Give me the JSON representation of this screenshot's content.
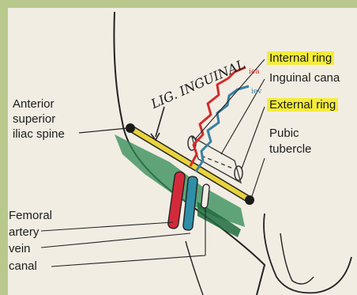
{
  "handwritten": {
    "ligament": "LIG. INGUINAL",
    "iea": "iea",
    "iev": "iev"
  },
  "labels": {
    "asis": [
      "Anterior",
      "superior",
      "iliac spine"
    ],
    "internal_ring": "Internal ring",
    "inguinal_canal": "Inguinal cana",
    "external_ring": "External ring",
    "pubic_tubercle": [
      "Pubic",
      "tubercle"
    ],
    "femoral": "Femoral",
    "artery": "artery",
    "vein": "vein",
    "canal": "canal"
  },
  "colors": {
    "frame": "#b9c98e",
    "paper": "#f2ede3",
    "highlight": "#f4ec3a",
    "ligament": "#e8d33c",
    "artery": "#d32a3a",
    "vein": "#2f8fa8",
    "muscle": "#2f8a55",
    "iea": "#d42b2b",
    "iev": "#3a7fa3"
  }
}
